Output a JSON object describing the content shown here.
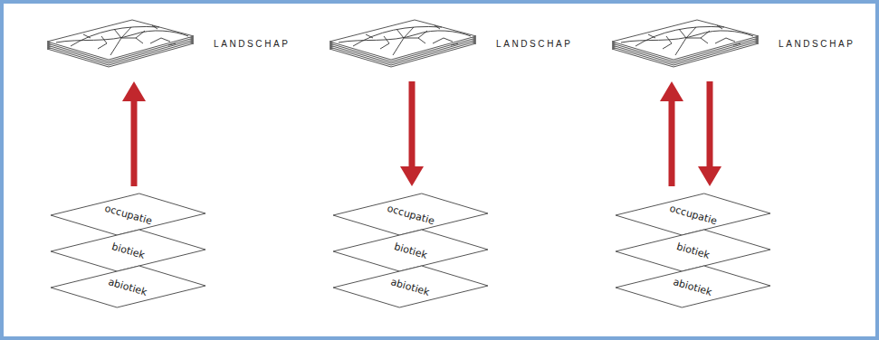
{
  "diagram": {
    "nodes": [
      {
        "text": [
          "LANDSCHAP"
        ]
      },
      {
        "text": [
          "occupatie"
        ]
      },
      {
        "text": [
          "biotiek"
        ]
      },
      {
        "text": [
          "abiotiek"
        ]
      },
      {
        "text": [
          "LANDSCHAP"
        ]
      },
      {
        "text": [
          "occupatie"
        ]
      },
      {
        "text": [
          "biotiek"
        ]
      },
      {
        "text": [
          "abiotiek"
        ]
      },
      {
        "text": [
          "LANDSCHAP"
        ]
      },
      {
        "text": [
          "occupatie"
        ]
      },
      {
        "text": [
          "biotiek"
        ]
      },
      {
        "text": [
          "abiotiek"
        ]
      }
    ],
    "edges": [
      {
        "from": 1,
        "to": 0,
        "arrow": "to"
      },
      {
        "from": 4,
        "to": 5,
        "arrow": "to"
      },
      {
        "from": 9,
        "to": 8,
        "arrow": "to"
      },
      {
        "from": 8,
        "to": 9,
        "arrow": "to"
      }
    ]
  }
}
